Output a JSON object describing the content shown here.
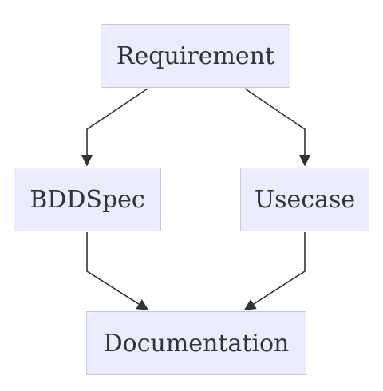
{
  "diagram": {
    "nodes": {
      "requirement": "Requirement",
      "bddspec": "BDDSpec",
      "usecase": "Usecase",
      "documentation": "Documentation"
    },
    "edges": [
      {
        "from": "Requirement",
        "to": "BDDSpec"
      },
      {
        "from": "Requirement",
        "to": "Usecase"
      },
      {
        "from": "BDDSpec",
        "to": "Documentation"
      },
      {
        "from": "Usecase",
        "to": "Documentation"
      }
    ],
    "colors": {
      "node_fill": "#ececff",
      "node_border": "#c7c3f0",
      "edge": "#333333",
      "text": "#333333"
    }
  }
}
